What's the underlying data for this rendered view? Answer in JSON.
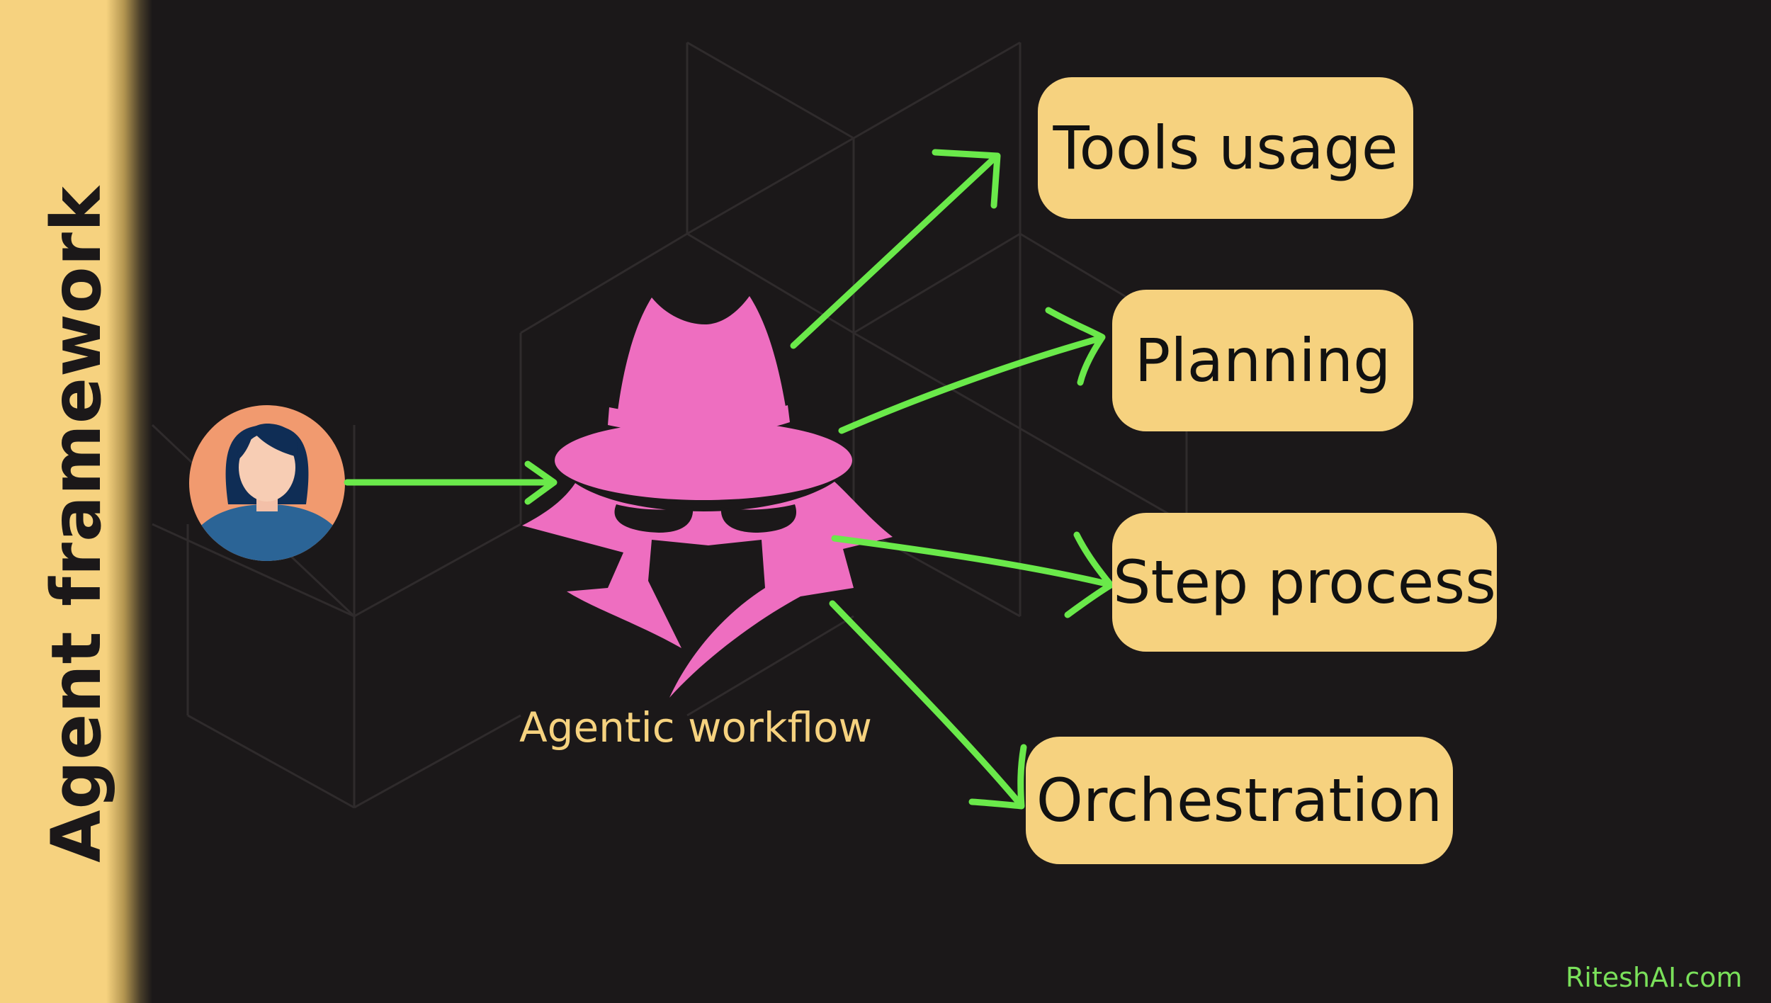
{
  "sidebar": {
    "title": "Agent framework"
  },
  "agent": {
    "label": "Agentic workflow",
    "icon": "spy-agent-icon"
  },
  "user": {
    "icon": "user-avatar-icon"
  },
  "capabilities": [
    {
      "label": "Tools usage"
    },
    {
      "label": "Planning"
    },
    {
      "label": "Step process"
    },
    {
      "label": "Orchestration"
    }
  ],
  "footer": {
    "watermark": "RiteshAI.com"
  },
  "colors": {
    "background": "#1b1819",
    "accent_yellow": "#f6d27f",
    "agent_pink": "#ee6ec0",
    "arrow_green": "#6ae94a",
    "avatar_orange": "#f19a6f",
    "avatar_blue": "#2b6496"
  }
}
